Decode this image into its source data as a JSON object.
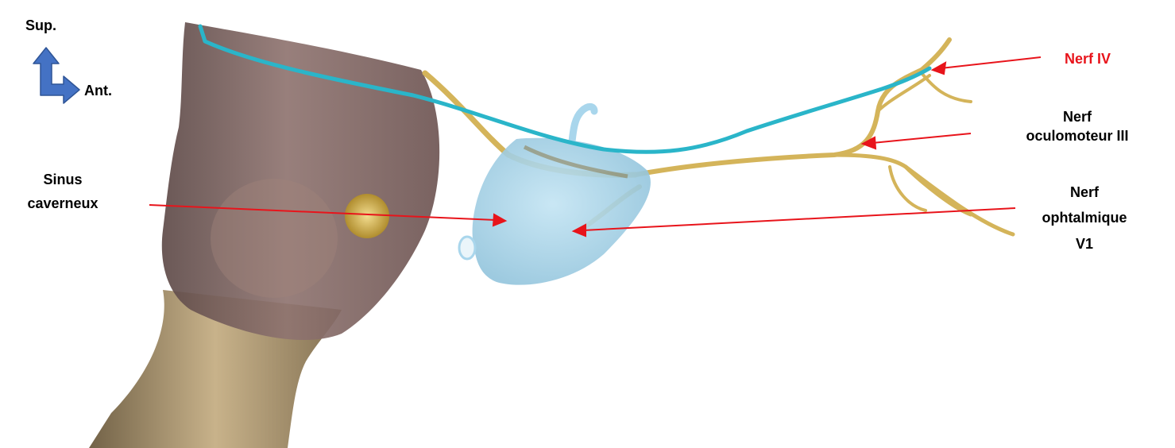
{
  "orientation": {
    "superior": "Sup.",
    "anterior": "Ant."
  },
  "labels": {
    "nerf_iv": "Nerf IV",
    "oculomoteur_line1": "Nerf",
    "oculomoteur_line2": "oculomoteur III",
    "ophtalmique_line1": "Nerf",
    "ophtalmique_line2": "ophtalmique",
    "ophtalmique_line3": "V1",
    "sinus_line1": "Sinus",
    "sinus_line2": "caverneux"
  },
  "colors": {
    "highlight_label": "#e8141b",
    "arrow": "#e8141b",
    "default_label": "#111111",
    "orientation_arrow": "#4472c4",
    "nerve_trochlear": "#2ab5c9",
    "nerve_yellow": "#d9b95a",
    "sinus": "#a9d6ec",
    "bone": "#8a6e6a",
    "stalk": "#b8a27a"
  }
}
